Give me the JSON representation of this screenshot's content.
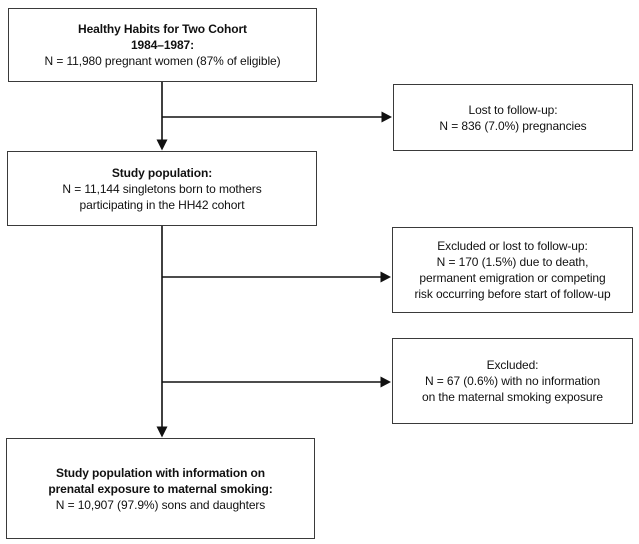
{
  "colors": {
    "background": "#ffffff",
    "box_border": "#3a3a3a",
    "text": "#111111",
    "arrow": "#111111"
  },
  "boxes": {
    "cohort": {
      "lines": [
        "Healthy Habits for Two Cohort",
        "1984–1987:",
        "N = 11,980 pregnant women (87% of eligible)"
      ]
    },
    "lost_followup": {
      "lines": [
        "Lost to follow-up:",
        "N = 836 (7.0%) pregnancies"
      ]
    },
    "study_population": {
      "lines": [
        "Study population:",
        "N = 11,144 singletons born to mothers",
        "participating in the HH42 cohort"
      ]
    },
    "excluded_lost_followup": {
      "lines": [
        "Excluded or lost to follow-up:",
        "N = 170 (1.5%) due to death,",
        "permanent emigration or competing",
        "risk occurring before start of follow-up"
      ]
    },
    "excluded_no_smoking_info": {
      "lines": [
        "Excluded:",
        "N = 67 (0.6%) with no information",
        "on the maternal smoking exposure"
      ]
    },
    "final_study_population": {
      "lines": [
        "Study population with information on",
        "prenatal exposure to maternal smoking:",
        "N = 10,907 (97.9%) sons and daughters"
      ]
    }
  }
}
